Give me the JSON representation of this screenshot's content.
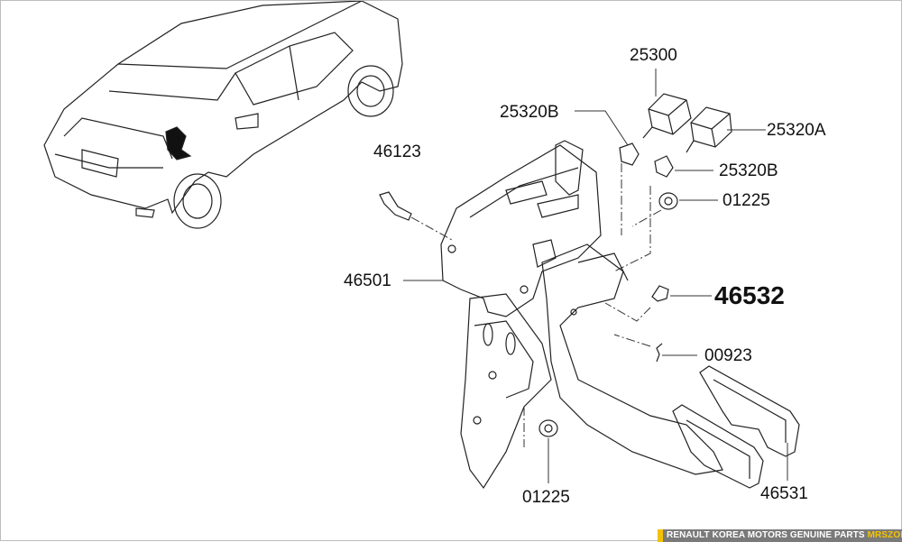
{
  "diagram": {
    "title": "Brake / Clutch Pedal Assembly",
    "part_labels": [
      {
        "id": "25300",
        "text": "25300"
      },
      {
        "id": "25320B-top",
        "text": "25320B"
      },
      {
        "id": "25320A",
        "text": "25320A"
      },
      {
        "id": "25320B-mid",
        "text": "25320B"
      },
      {
        "id": "46123",
        "text": "46123"
      },
      {
        "id": "01225-top",
        "text": "01225"
      },
      {
        "id": "46501",
        "text": "46501"
      },
      {
        "id": "46532",
        "text": "46532",
        "highlighted": true
      },
      {
        "id": "00923",
        "text": "00923"
      },
      {
        "id": "01225-bottom",
        "text": "01225"
      },
      {
        "id": "46531",
        "text": "46531"
      }
    ]
  },
  "footer": {
    "text": "RENAULT KOREA MOTORS GENUINE PARTS",
    "brand": "MRSZONE",
    "accent_color": "#f2c200"
  }
}
